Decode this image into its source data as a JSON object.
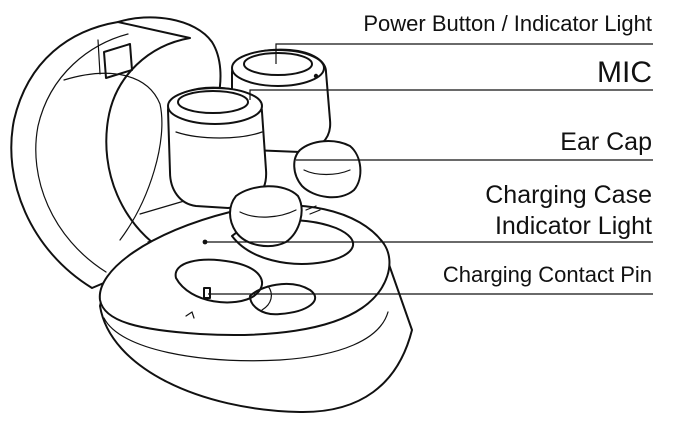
{
  "labels": {
    "power_button": "Power Button / Indicator Light",
    "mic": "MIC",
    "ear_cap": "Ear Cap",
    "charging_case_line1": "Charging Case",
    "charging_case_line2": "Indicator Light",
    "contact_pin": "Charging Contact Pin"
  }
}
